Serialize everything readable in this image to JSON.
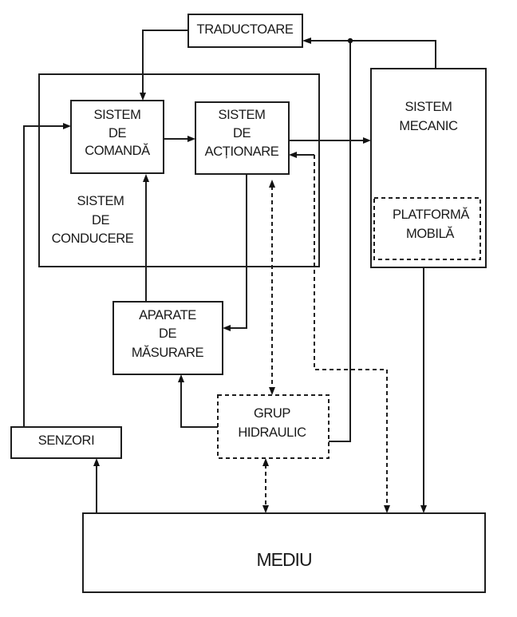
{
  "diagram": {
    "blocks": {
      "traductoare": {
        "lines": [
          "TRADUCTOARE"
        ],
        "style": "solid"
      },
      "sistem_conducere": {
        "lines": [
          "SISTEM",
          "DE",
          "CONDUCERE"
        ],
        "style": "solid",
        "role": "container"
      },
      "sistem_comanda": {
        "lines": [
          "SISTEM",
          "DE",
          "COMANDĂ"
        ],
        "style": "solid"
      },
      "sistem_actionare": {
        "lines": [
          "SISTEM",
          "DE",
          "ACȚIONARE"
        ],
        "style": "solid"
      },
      "sistem_mecanic": {
        "lines": [
          "SISTEM",
          "MECANIC"
        ],
        "style": "solid"
      },
      "platforma_mobila": {
        "lines": [
          "PLATFORMĂ",
          "MOBILĂ"
        ],
        "style": "dashed"
      },
      "aparate_masurare": {
        "lines": [
          "APARATE",
          "DE",
          "MĂSURARE"
        ],
        "style": "solid"
      },
      "grup_hidraulic": {
        "lines": [
          "GRUP",
          "HIDRAULIC"
        ],
        "style": "dashed"
      },
      "senzori": {
        "lines": [
          "SENZORI"
        ],
        "style": "solid"
      },
      "mediu": {
        "lines": [
          "MEDIU"
        ],
        "style": "solid"
      }
    },
    "connections": [
      {
        "from": "traductoare",
        "to": "sistem_comanda",
        "style": "solid",
        "arrow": "end"
      },
      {
        "from": "senzori",
        "to": "sistem_comanda",
        "style": "solid",
        "arrow": "end"
      },
      {
        "from": "sistem_comanda",
        "to": "sistem_actionare",
        "style": "solid",
        "arrow": "end"
      },
      {
        "from": "sistem_actionare",
        "to": "sistem_mecanic",
        "style": "solid",
        "arrow": "end"
      },
      {
        "from": "sistem_mecanic",
        "to": "traductoare",
        "style": "solid",
        "arrow": "end"
      },
      {
        "from": "grup_hidraulic",
        "to": "traductoare",
        "style": "solid",
        "arrow": "end",
        "junction": true
      },
      {
        "from": "sistem_actionare",
        "to": "aparate_masurare",
        "style": "solid",
        "arrow": "end"
      },
      {
        "from": "aparate_masurare",
        "to": "sistem_comanda",
        "style": "solid",
        "arrow": "end"
      },
      {
        "from": "grup_hidraulic",
        "to": "aparate_masurare",
        "style": "solid",
        "arrow": "end"
      },
      {
        "from": "sistem_actionare",
        "to": "grup_hidraulic",
        "style": "dashed",
        "arrow": "both"
      },
      {
        "from": "mediu",
        "to": "sistem_actionare",
        "style": "dashed",
        "arrow": "both"
      },
      {
        "from": "grup_hidraulic",
        "to": "mediu",
        "style": "dashed",
        "arrow": "both"
      },
      {
        "from": "sistem_mecanic",
        "to": "mediu",
        "style": "solid",
        "arrow": "end"
      },
      {
        "from": "mediu",
        "to": "senzori",
        "style": "solid",
        "arrow": "end"
      }
    ]
  }
}
